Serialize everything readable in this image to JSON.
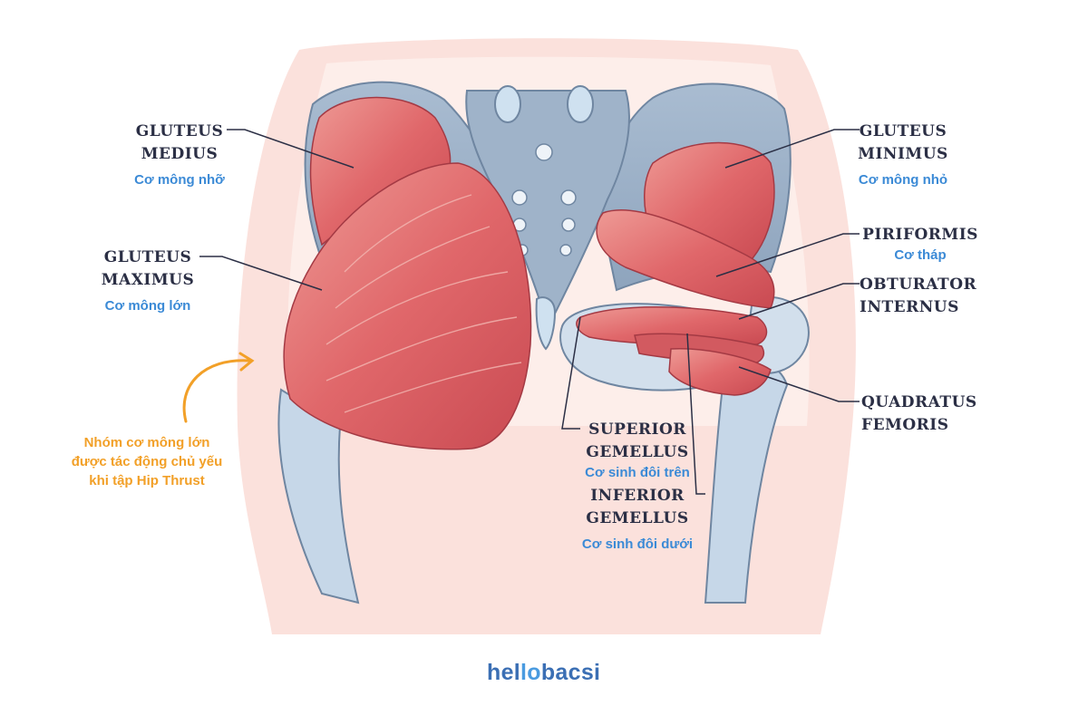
{
  "labels": {
    "gluteus_medius": {
      "line1": "GLUTEUS",
      "line2": "MEDIUS",
      "vi": "Cơ mông nhỡ"
    },
    "gluteus_maximus": {
      "line1": "GLUTEUS",
      "line2": "MAXIMUS",
      "vi": "Cơ mông lớn"
    },
    "gluteus_minimus": {
      "line1": "GLUTEUS",
      "line2": "MINIMUS",
      "vi": "Cơ mông nhỏ"
    },
    "piriformis": {
      "line1": "PIRIFORMIS",
      "vi": "Cơ tháp"
    },
    "obturator_internus": {
      "line1": "OBTURATOR",
      "line2": "INTERNUS"
    },
    "quadratus_femoris": {
      "line1": "QUADRATUS",
      "line2": "FEMORIS"
    },
    "superior_gemellus": {
      "line1": "SUPERIOR",
      "line2": "GEMELLUS",
      "vi": "Cơ sinh đôi trên"
    },
    "inferior_gemellus": {
      "line1": "INFERIOR",
      "line2": "GEMELLUS",
      "vi": "Cơ sinh đôi dưới"
    }
  },
  "note": {
    "line1": "Nhóm cơ mông lớn",
    "line2": "được tác động chủ yếu",
    "line3": "khi tập Hip Thrust"
  },
  "logo": {
    "part1": "hel",
    "part2": "lo",
    "part3": "bacsi"
  },
  "colors": {
    "skin": "#fbe1dc",
    "muscle": "#e0676a",
    "muscle_dark": "#c94a52",
    "bone": "#9fb3c9",
    "bone_light": "#d2dfec",
    "label_text": "#2b2f45",
    "translation_text": "#3b8ad6",
    "note_text": "#f2a028"
  }
}
